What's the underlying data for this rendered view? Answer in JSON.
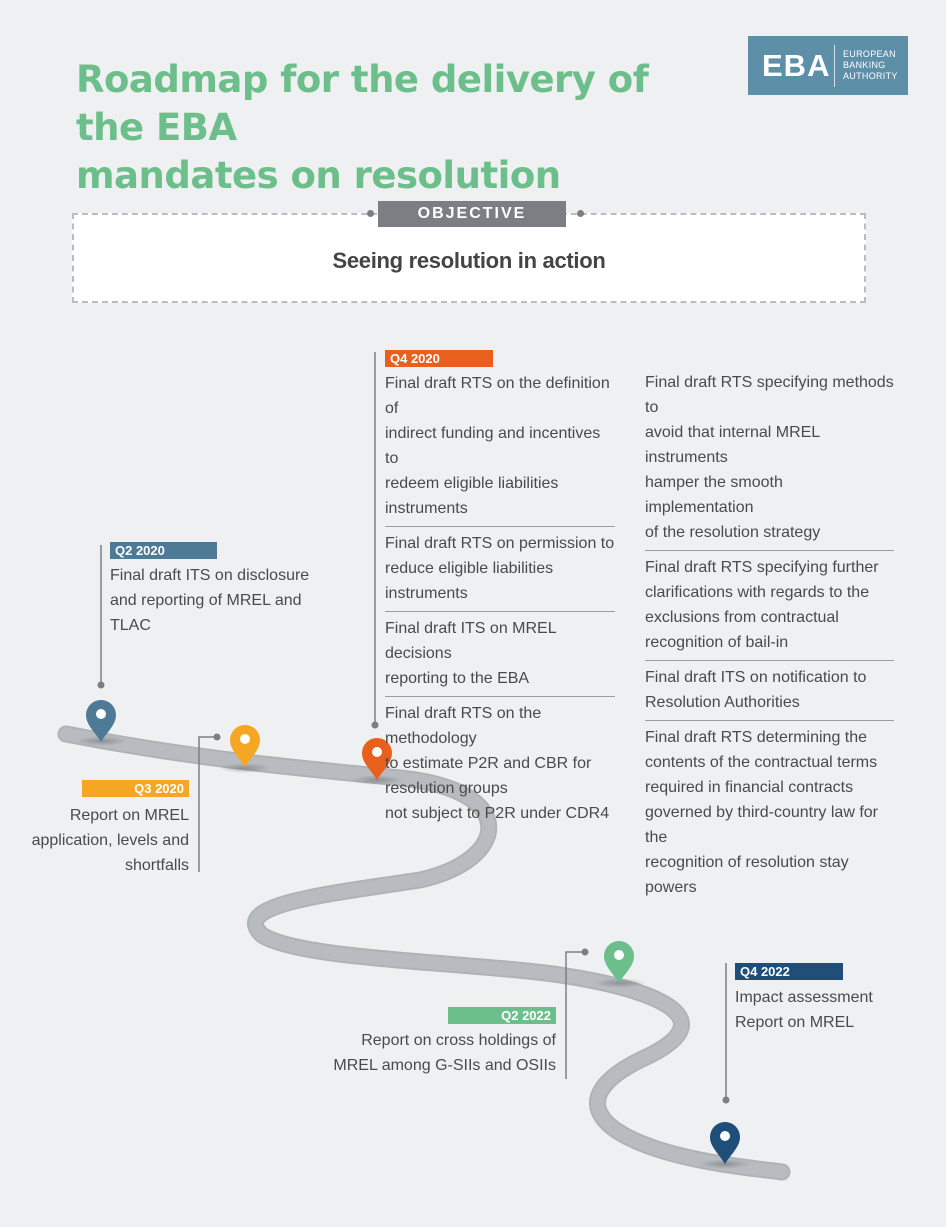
{
  "header": {
    "title_line1": "Roadmap for the delivery of the EBA",
    "title_line2": "mandates on resolution",
    "logo_text": "EBA",
    "logo_sub": [
      "EUROPEAN",
      "BANKING",
      "AUTHORITY"
    ]
  },
  "objective": {
    "label": "OBJECTIVE",
    "text": "Seeing resolution in action"
  },
  "milestones": {
    "q2_2020": {
      "tag": "Q2 2020",
      "color": "#4e7a96",
      "lines": [
        "Final draft ITS on disclosure",
        "and reporting of MREL and",
        "TLAC"
      ]
    },
    "q3_2020": {
      "tag": "Q3 2020",
      "color": "#f5a623",
      "lines": [
        "Report on MREL",
        "application, levels and",
        "shortfalls"
      ]
    },
    "q4_2020": {
      "tag": "Q4 2020",
      "color": "#e8601c",
      "left_items": [
        [
          "Final draft RTS on the definition of",
          "indirect funding and incentives to",
          "redeem eligible liabilities",
          "instruments"
        ],
        [
          "Final draft RTS on permission to",
          "reduce  eligible liabilities",
          "instruments"
        ],
        [
          "Final draft ITS on MREL decisions",
          "reporting to the EBA"
        ],
        [
          "Final draft RTS on the methodology",
          "to estimate P2R and CBR for",
          "resolution groups",
          "not subject to P2R under CDR4"
        ]
      ],
      "right_items": [
        [
          "Final draft RTS specifying methods to",
          "avoid that internal MREL instruments",
          "hamper the smooth implementation",
          "of the resolution strategy"
        ],
        [
          "Final draft RTS specifying further",
          "clarifications with regards to the",
          "exclusions from contractual",
          "recognition of bail-in"
        ],
        [
          "Final draft ITS on notification to",
          "Resolution Authorities"
        ],
        [
          "Final draft RTS determining the",
          "contents of the contractual terms",
          "required in financial contracts",
          "governed by third-country law for the",
          "recognition of resolution stay powers"
        ]
      ]
    },
    "q2_2022": {
      "tag": "Q2 2022",
      "color": "#6cbf8a",
      "lines": [
        "Report on cross holdings of",
        "MREL among G-SIIs and OSIIs"
      ]
    },
    "q4_2022": {
      "tag": "Q4 2022",
      "color": "#1f4e79",
      "lines": [
        "Impact assessment",
        "Report on MREL"
      ]
    }
  },
  "colors": {
    "title": "#6cbf8a",
    "road": "#b8bcc0",
    "road_edge": "#7d8185",
    "connector": "#7b7f83"
  }
}
